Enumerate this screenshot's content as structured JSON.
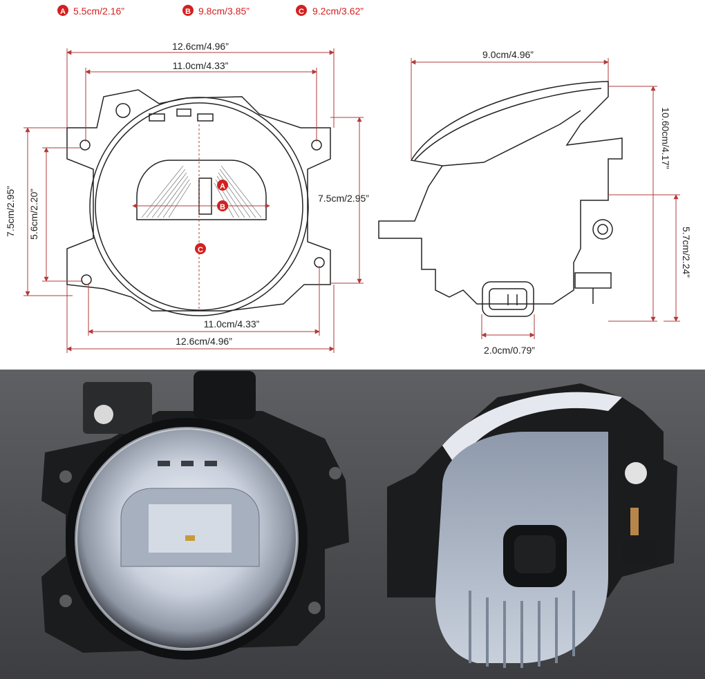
{
  "legend": [
    {
      "letter": "A",
      "text": "5.5cm/2.16”"
    },
    {
      "letter": "B",
      "text": "9.8cm/3.85”"
    },
    {
      "letter": "C",
      "text": "9.2cm/3.62”"
    }
  ],
  "front_view": {
    "outer_width_top": "12.6cm/4.96”",
    "hole_width_top": "11.0cm/4.33”",
    "hole_width_bottom": "11.0cm/4.33”",
    "outer_width_bottom": "12.6cm/4.96”",
    "outer_height_left": "7.5cm/2.95”",
    "hole_height_left": "5.6cm/2.20”",
    "height_right": "7.5cm/2.95”",
    "markers": [
      "A",
      "B",
      "C"
    ]
  },
  "side_view": {
    "depth": "9.0cm/4.96”",
    "total_height": "10.60cm/4.17”",
    "lower_height": "5.7cm/2.24”",
    "connector_width": "2.0cm/0.79”"
  },
  "colors": {
    "accent": "#d32020",
    "dimension_line": "#b23a3a",
    "outline": "#222222",
    "photo_bg": "#4e4f52"
  }
}
